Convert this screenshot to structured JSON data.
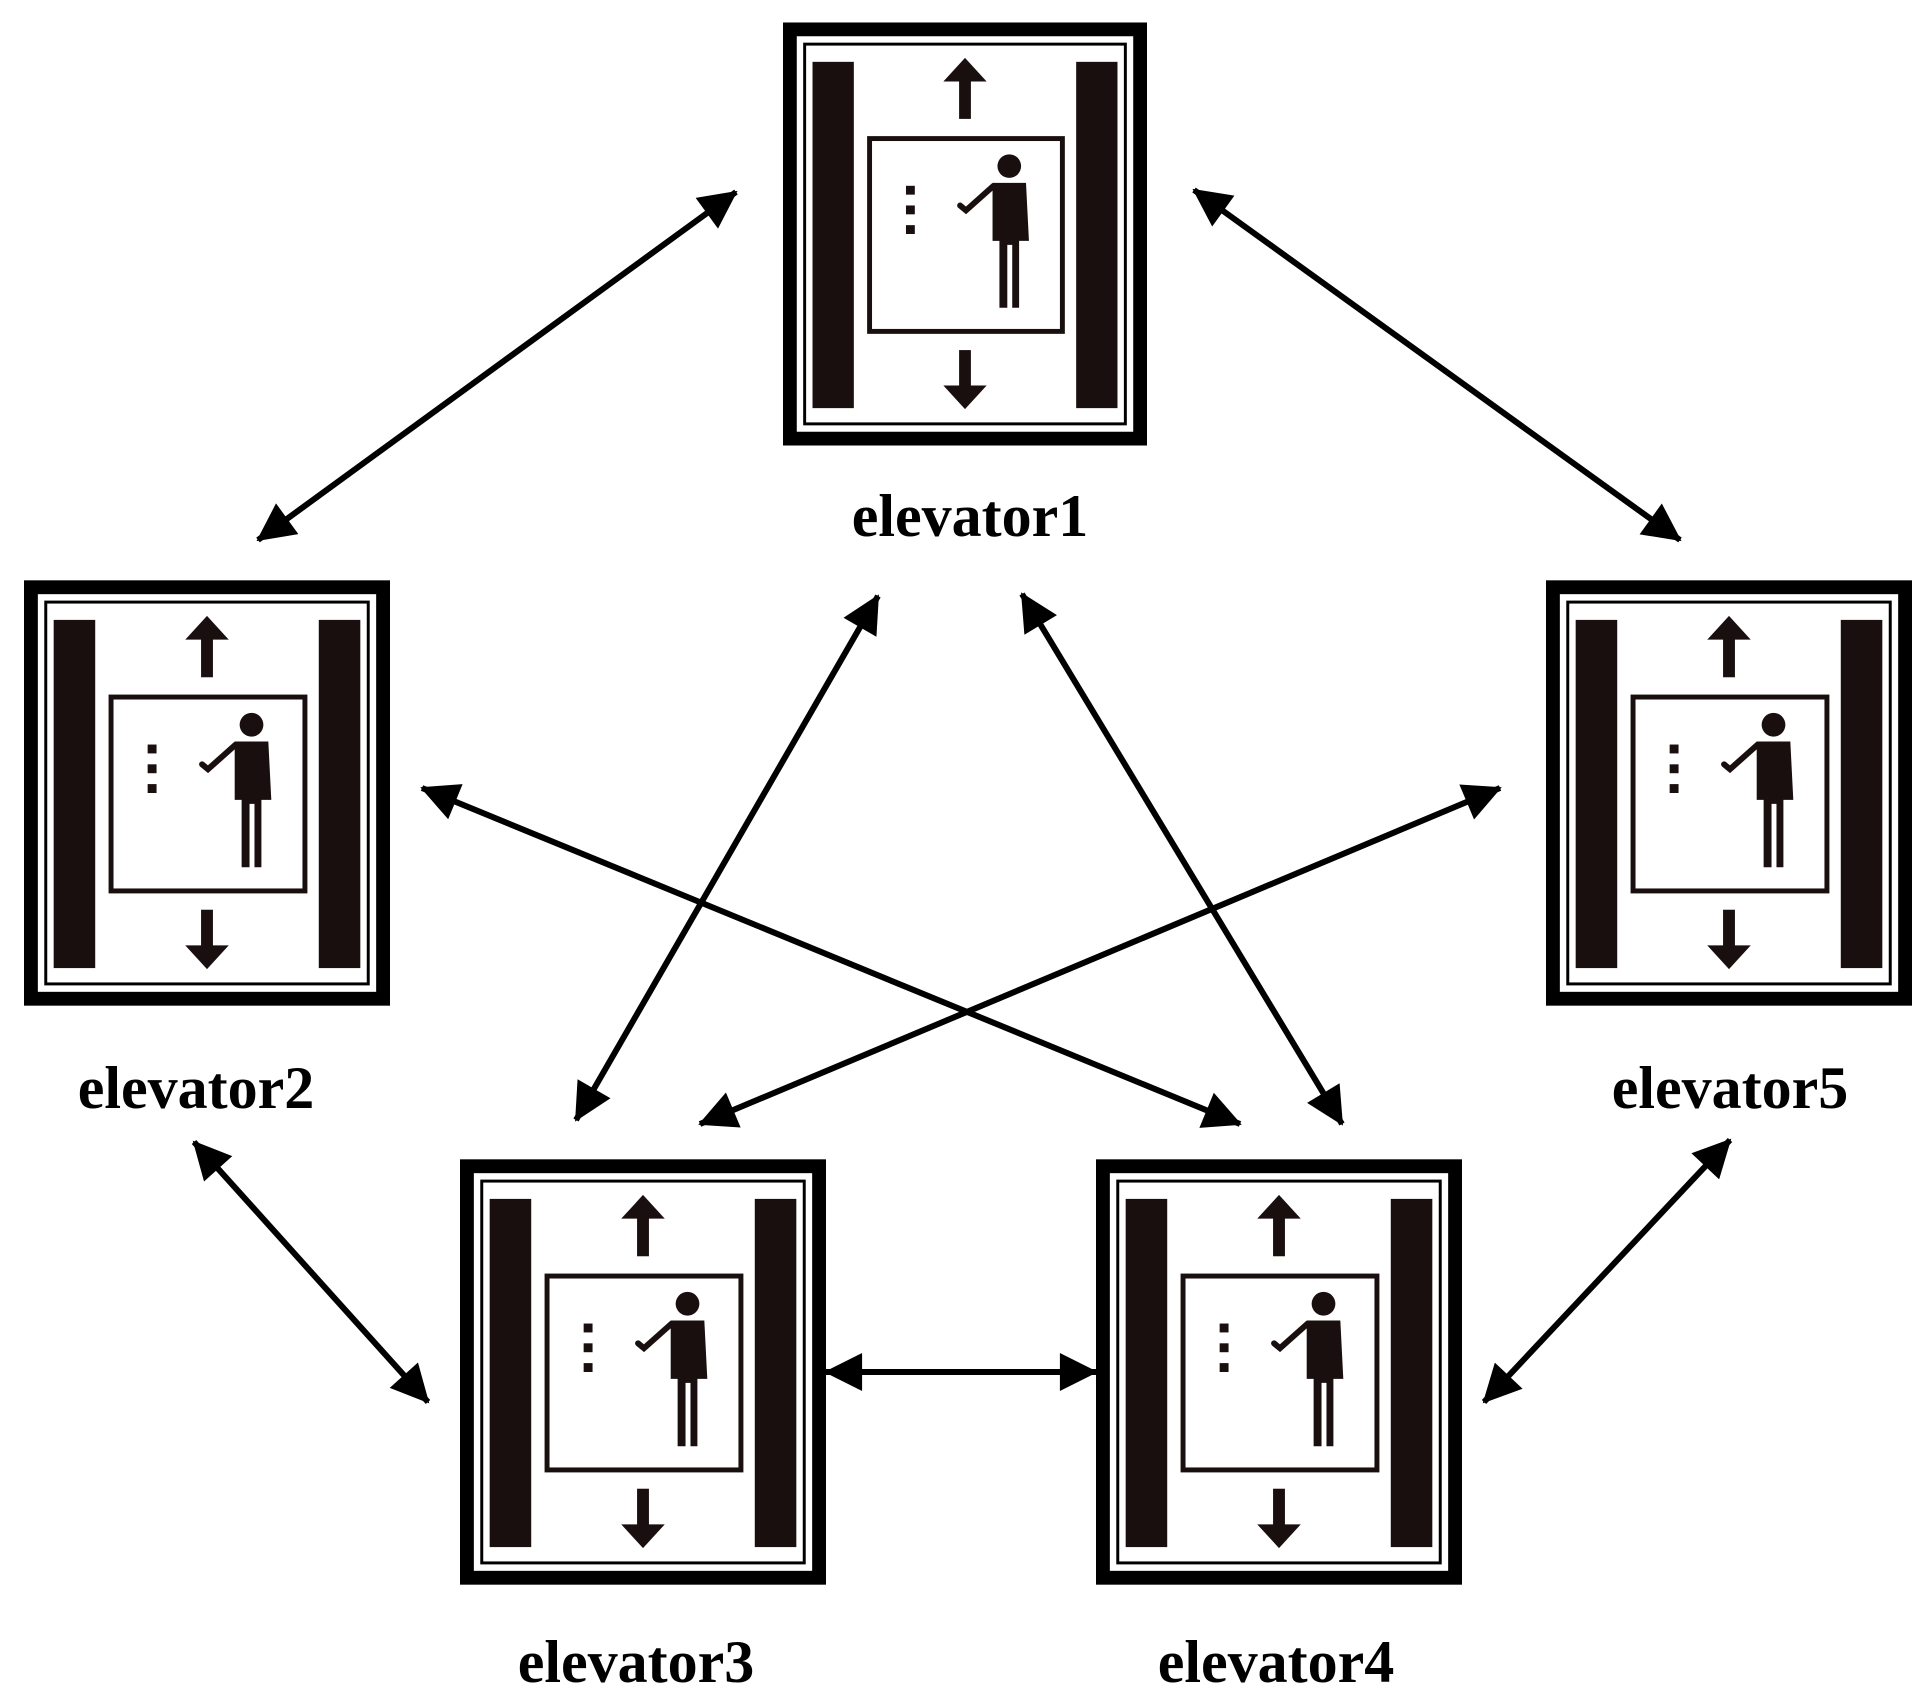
{
  "diagram": {
    "nodes": [
      {
        "id": "e1",
        "label": "elevator1",
        "icon": "elevator-icon"
      },
      {
        "id": "e2",
        "label": "elevator2",
        "icon": "elevator-icon"
      },
      {
        "id": "e3",
        "label": "elevator3",
        "icon": "elevator-icon"
      },
      {
        "id": "e4",
        "label": "elevator4",
        "icon": "elevator-icon"
      },
      {
        "id": "e5",
        "label": "elevator5",
        "icon": "elevator-icon"
      }
    ],
    "edges": [
      {
        "from": "e1",
        "to": "e2",
        "direction": "both"
      },
      {
        "from": "e1",
        "to": "e5",
        "direction": "both"
      },
      {
        "from": "e1",
        "to": "e3",
        "direction": "both"
      },
      {
        "from": "e1",
        "to": "e4",
        "direction": "both"
      },
      {
        "from": "e2",
        "to": "e4",
        "direction": "both"
      },
      {
        "from": "e5",
        "to": "e3",
        "direction": "both"
      },
      {
        "from": "e2",
        "to": "e3",
        "direction": "both"
      },
      {
        "from": "e3",
        "to": "e4",
        "direction": "both"
      },
      {
        "from": "e5",
        "to": "e4",
        "direction": "both"
      }
    ]
  }
}
